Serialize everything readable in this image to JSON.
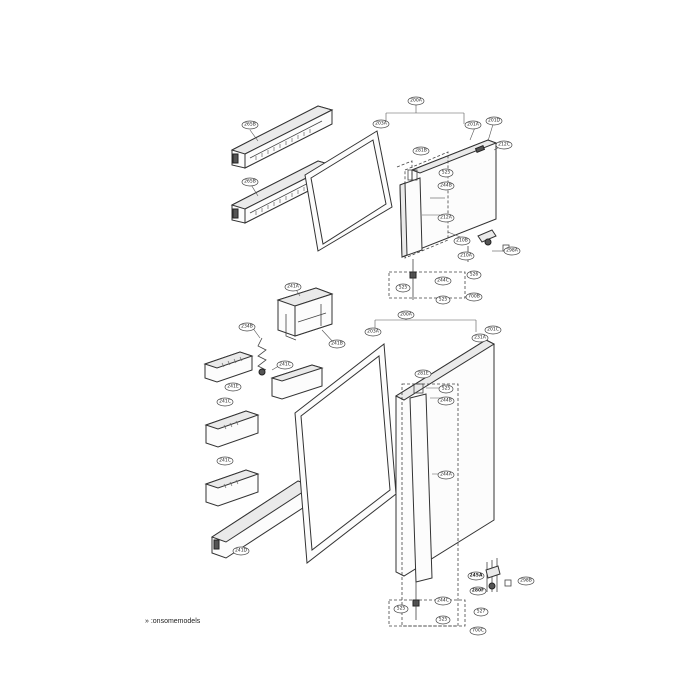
{
  "footnote": "» :onsomemodels",
  "labels": {
    "l200A": "200A",
    "l203A": "203A",
    "l201A": "201A",
    "l201D": "201D",
    "l212C": "212C",
    "l265B_1": "265B",
    "l265B_2": "265B",
    "l281B": "281B",
    "l525_1": "525",
    "l244B": "244B",
    "l212A": "212A",
    "l210B": "210B",
    "l210A": "210A",
    "l298A": "298A",
    "l526": "526",
    "l244C": "244C",
    "l525_2": "525",
    "l525_3": "525",
    "l700B": "700B",
    "l241A": "241A",
    "l234B": "234B",
    "l241B": "241B",
    "l241C_1": "241C",
    "l241E": "241E",
    "l241C_2": "241C",
    "l241C_3": "241C",
    "l241D": "241D",
    "l200A_2": "200A",
    "l203A_2": "203A",
    "l231A": "231A",
    "l201C": "201C",
    "l281E": "281E",
    "l525_4": "525",
    "l244B_2": "244B",
    "l244A": "244A",
    "l245A": "245A",
    "l280F": "280F",
    "l298B": "298B",
    "l527": "527",
    "l525_5": "525",
    "l244C_2": "244C",
    "l525_6": "525",
    "l700C": "700C"
  }
}
